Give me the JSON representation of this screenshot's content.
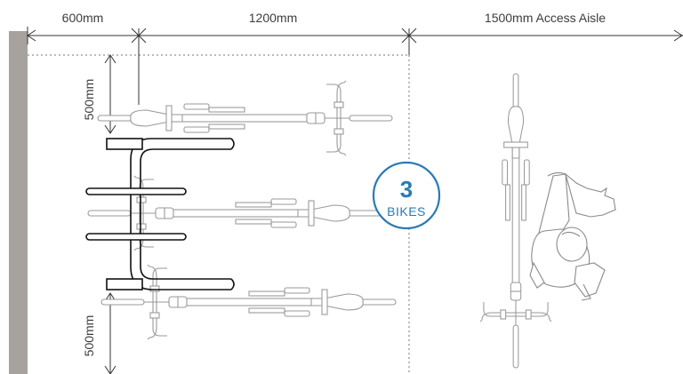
{
  "dimensions": {
    "top_left": "600mm",
    "top_middle": "1200mm",
    "top_right": "1500mm Access Aisle",
    "side_top": "500mm",
    "side_bottom": "500mm"
  },
  "badge": {
    "count": "3",
    "label": "BIKES",
    "color": "#2a7ab5"
  },
  "colors": {
    "wall": "#a8a29e",
    "rack": "#111111",
    "bike_outline": "#9a9a9a",
    "dimension_line": "#333333"
  },
  "elements": {
    "wall": "wall",
    "rack": "bike-rack",
    "parked_bikes": [
      "parked-bike",
      "parked-bike",
      "parked-bike"
    ],
    "aisle_figure": "person-walking-bike"
  }
}
